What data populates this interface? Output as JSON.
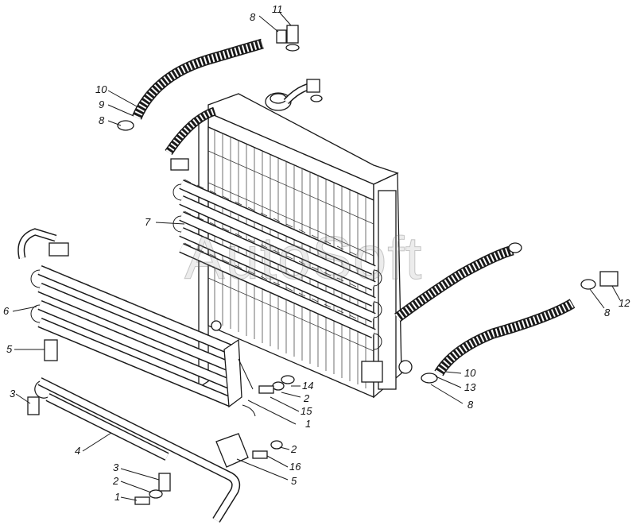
{
  "figure": {
    "watermark": "AutoSoft",
    "callouts": [
      {
        "id": "c-11a",
        "label": "11"
      },
      {
        "id": "c-8a",
        "label": "8"
      },
      {
        "id": "c-10a",
        "label": "10"
      },
      {
        "id": "c-9",
        "label": "9"
      },
      {
        "id": "c-8b",
        "label": "8"
      },
      {
        "id": "c-7",
        "label": "7"
      },
      {
        "id": "c-6",
        "label": "6"
      },
      {
        "id": "c-5a",
        "label": "5"
      },
      {
        "id": "c-3a",
        "label": "3"
      },
      {
        "id": "c-4",
        "label": "4"
      },
      {
        "id": "c-3b",
        "label": "3"
      },
      {
        "id": "c-2a",
        "label": "2"
      },
      {
        "id": "c-1a",
        "label": "1"
      },
      {
        "id": "c-14",
        "label": "14"
      },
      {
        "id": "c-2b",
        "label": "2"
      },
      {
        "id": "c-15",
        "label": "15"
      },
      {
        "id": "c-1b",
        "label": "1"
      },
      {
        "id": "c-2c",
        "label": "2"
      },
      {
        "id": "c-16",
        "label": "16"
      },
      {
        "id": "c-5b",
        "label": "5"
      },
      {
        "id": "c-10b",
        "label": "10"
      },
      {
        "id": "c-13",
        "label": "13"
      },
      {
        "id": "c-8c",
        "label": "8"
      },
      {
        "id": "c-8d",
        "label": "8"
      },
      {
        "id": "c-12",
        "label": "12"
      }
    ]
  }
}
